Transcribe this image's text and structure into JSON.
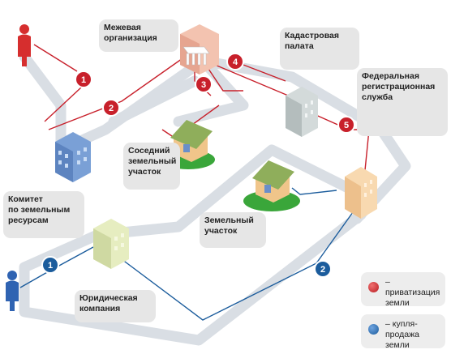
{
  "colors": {
    "red": "#c8202b",
    "blue": "#1b5c9c",
    "road": "#d9dee4",
    "person_red": "#d62e2e",
    "person_blue": "#2f63b2"
  },
  "icons": [
    "person-icon",
    "building-icon",
    "house-icon",
    "step-badge-icon"
  ],
  "nodes": {
    "mezhevaya": [
      "Межевая",
      "организация"
    ],
    "kadastrovaya": [
      "Кадастровая",
      "палата"
    ],
    "federalnaya": [
      "Федеральная",
      "регистрационная",
      "служба"
    ],
    "sosedniy": [
      "Соседний",
      "земельный",
      "участок"
    ],
    "komitet": [
      "Комитет",
      "по земельным",
      "ресурсам"
    ],
    "zemelnyy": [
      "Земельный",
      "участок"
    ],
    "yuridicheskaya": [
      "Юридическая",
      "компания"
    ]
  },
  "steps": {
    "red": [
      "1",
      "2",
      "3",
      "4",
      "5"
    ],
    "blue": [
      "1",
      "2"
    ]
  },
  "legend": {
    "red": [
      "– приватизация",
      "земли"
    ],
    "blue": [
      "– купля-продажа",
      "земли"
    ]
  }
}
